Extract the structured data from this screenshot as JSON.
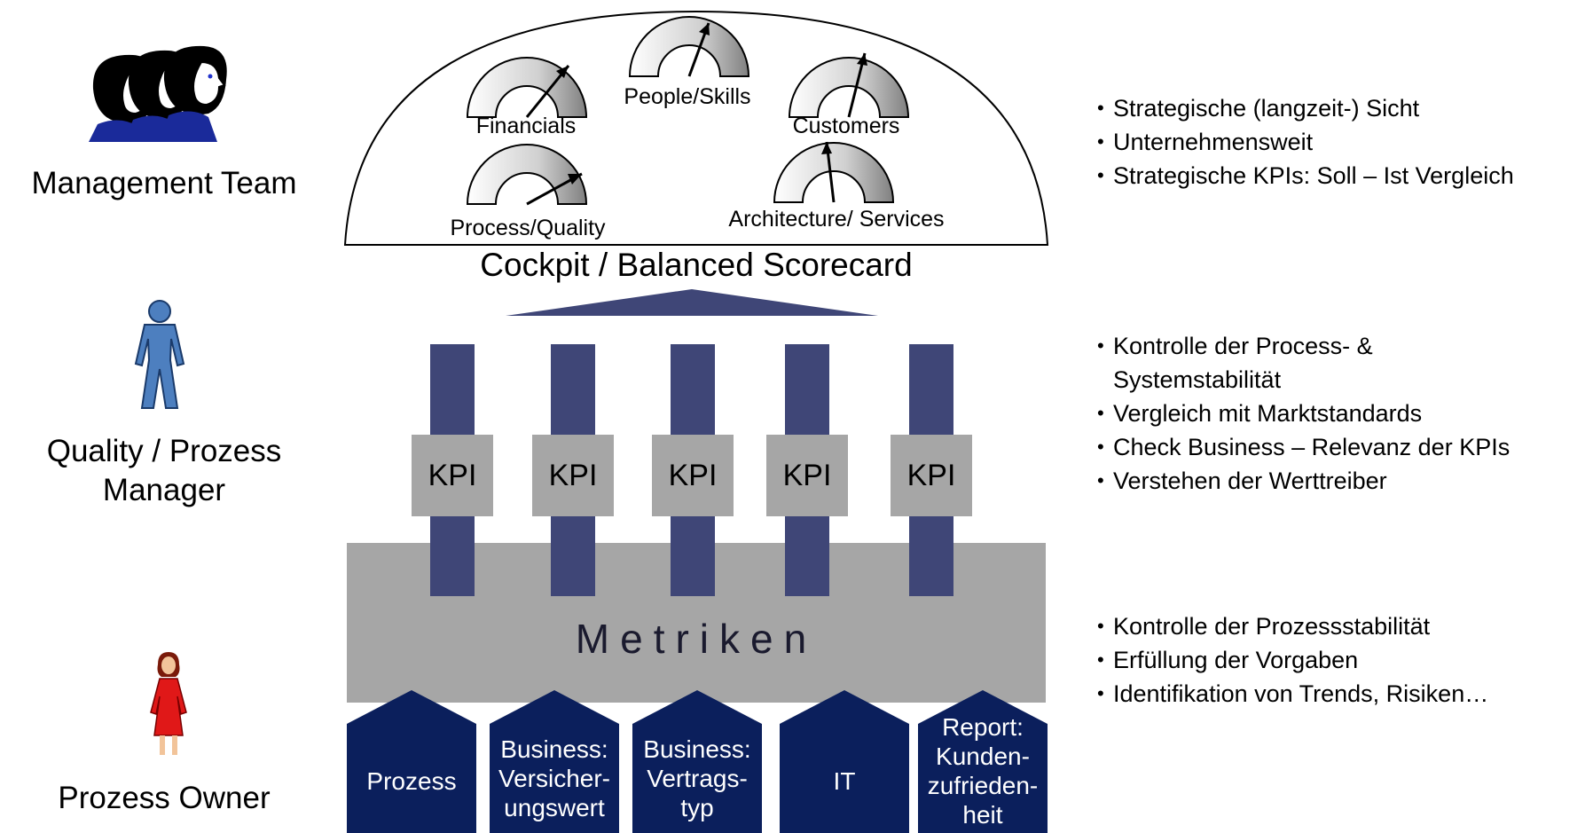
{
  "roles": {
    "management": "Management Team",
    "quality": "Quality / Prozess Manager",
    "owner": "Prozess Owner"
  },
  "cockpit": {
    "caption": "Cockpit / Balanced Scorecard",
    "gauges": [
      {
        "label": "Financials",
        "needle_level": 0.8
      },
      {
        "label": "People/Skills",
        "needle_level": 0.65
      },
      {
        "label": "Customers",
        "needle_level": 0.6
      },
      {
        "label": "Process/Quality",
        "needle_level": 0.85
      },
      {
        "label": "Architecture/ Services",
        "needle_level": 0.45
      }
    ]
  },
  "kpis": [
    "KPI",
    "KPI",
    "KPI",
    "KPI",
    "KPI"
  ],
  "metriken": "Metriken",
  "sources": [
    "Prozess",
    "Business:\nVersicher-\nungswert",
    "Business:\nVertrags-\ntyp",
    "IT",
    "Report:\nKunden-\nzufrieden-\nheit"
  ],
  "bullets": {
    "top": [
      "Strategische (langzeit-) Sicht",
      "Unternehmensweit",
      "Strategische KPIs: Soll – Ist Vergleich"
    ],
    "middle": [
      "Kontrolle der Process- & Systemstabilität",
      "Vergleich mit Marktstandards",
      "Check Business – Relevanz der KPIs",
      "Verstehen der Werttreiber"
    ],
    "bottom": [
      "Kontrolle der Prozessstabilität",
      "Erfüllung der Vorgaben",
      "Identifikation von Trends, Risiken…"
    ]
  },
  "colors": {
    "pillar": "#3f4677",
    "house": "#0b1f5c",
    "kpi_box": "#a6a6a6",
    "metriken_band": "#a6a6a6"
  },
  "icons": {
    "management": "management-team-faces-icon",
    "quality": "manager-person-icon",
    "owner": "woman-person-icon"
  }
}
